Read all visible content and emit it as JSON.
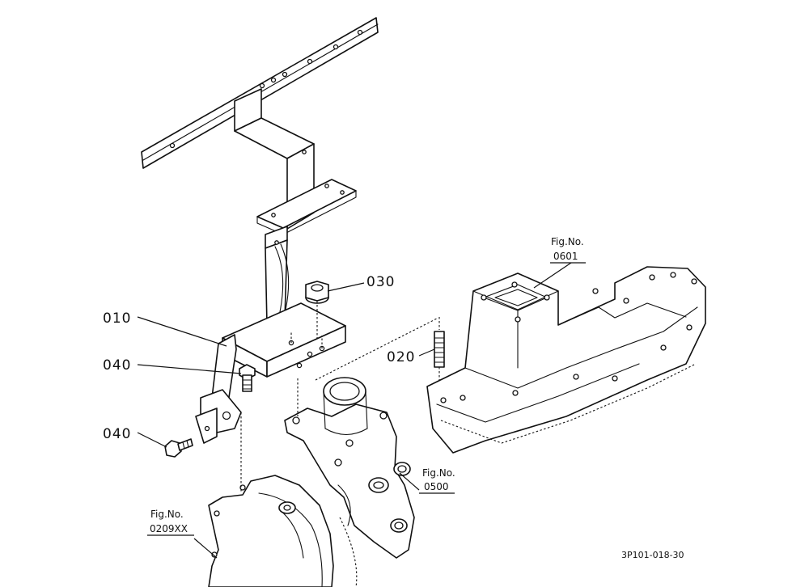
{
  "callouts": {
    "p010": "010",
    "p020": "020",
    "p030": "030",
    "p040_upper": "040",
    "p040_lower": "040"
  },
  "figure_refs": {
    "fig_0601": {
      "label": "Fig.No.",
      "number": "0601"
    },
    "fig_0500": {
      "label": "Fig.No.",
      "number": "0500"
    },
    "fig_0209": {
      "label": "Fig.No.",
      "number": "0209XX"
    }
  },
  "drawing_code": "3P101-018-30",
  "colors": {
    "line": "#111111",
    "background": "#ffffff"
  }
}
